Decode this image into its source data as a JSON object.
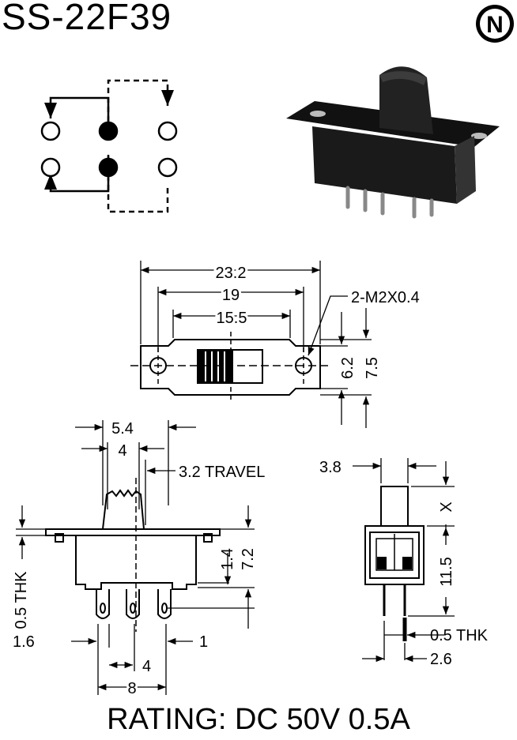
{
  "title": "SS-22F39",
  "rating": "RATING: DC 50V 0.5A",
  "logo_letter": "N",
  "top_view": {
    "overall_width": "23.2",
    "hole_spacing": "19",
    "housing_width": "15.5",
    "screw_spec": "2-M2X0.4",
    "housing_height": "6.2",
    "overall_height": "7.5"
  },
  "side_view": {
    "actuator_outer": "5.4",
    "actuator_inner": "4",
    "travel": "3.2 TRAVEL",
    "flange_thickness": "0.5 THK",
    "body_height_a": "1.4",
    "body_height_b": "7.2",
    "pin_offset": "1.6",
    "pin_pitch_right": "1",
    "pin_pitch": "4",
    "pin_span": "8"
  },
  "end_view": {
    "actuator_width": "3.8",
    "actuator_height": "X",
    "body_height": "11.5",
    "pin_thickness": "0.5 THK",
    "pin_row_spacing": "2.6"
  }
}
